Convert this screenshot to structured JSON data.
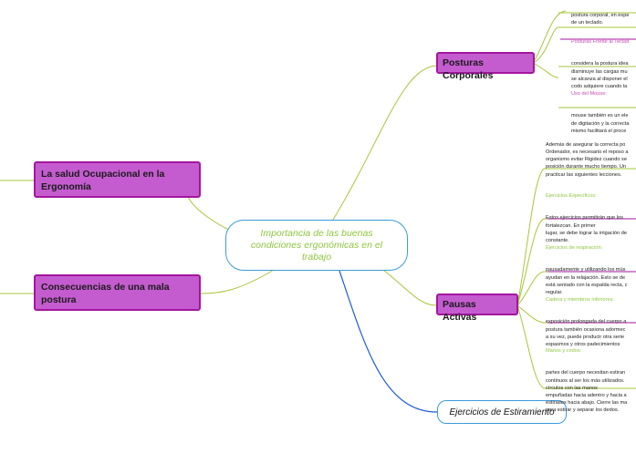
{
  "central": {
    "label": "Importancia de las buenas condiciones ergonómicas en el trabajo"
  },
  "left_nodes": [
    {
      "label": "La salud Ocupacional en la Ergonomía"
    },
    {
      "label": "Consecuencias de una mala postura"
    }
  ],
  "posturas": {
    "label": "Posturas Corporales",
    "notes": [
      {
        "title": "",
        "text": "postura corporal, en espe\nde un teclado."
      },
      {
        "title": "Posturas Frente al Teclad",
        "text": "considera la postura idea\ndisminuye las cargas mu\nse alcanza al disponer el\ncodo adquiere cuando la"
      },
      {
        "title": "Uso del Mouse:",
        "text": "mouse también es un ele\nde digitación y la correcta\nmismo facilitará el proce"
      }
    ]
  },
  "pausas": {
    "label": "Pausas Activas",
    "intro": "Además de asegurar la correcta po\nOrdenador, es necesario el reposo a\norganismo evitar Rigidez cuando se\nposición durante mucho tiempo. Un\npracticar las siguientes lecciones.",
    "notes": [
      {
        "title": "Ejercicios Específicos:",
        "text": "Estos ejercicios permitirán que los\nfortalezcan. En primer\nlugar, se debe lograr la irrigación de\nconstante."
      },
      {
        "title": "Ejercicios de respiración:",
        "text": "pausadamente y utilizando los mús\nayudan en la relajación. Esto se de\nestá sentado con la espalda recta, c\nregular."
      },
      {
        "title": "Cadera y miembros inferiores:",
        "text": "exposición prolongada del cuerpo a\npostura también ocasiona adormec\na su vez, puede producir otra serie\nespasmos y otros padecimientos"
      },
      {
        "title": "Manos y codos:",
        "text": "partes del cuerpo necesitan estiran\ncontinuos al ser los más utilizados.\ncírculos con las manos\nempuñadas hacia adentro y hacia a\nestirados hacia abajo. Cierre las ma\npara estirar y separar los dedos."
      }
    ]
  },
  "estiramiento": {
    "label": "Ejercicios de Estiramiento"
  },
  "colors": {
    "purple_fill": "#c45ccf",
    "purple_border": "#a3169e",
    "link_green": "#a6c63a",
    "link_blue": "#1f5bd6",
    "central_border": "#3a9bd9",
    "central_text": "#8dc63f",
    "posturas_title": "#c94bb7",
    "pausas_title": "#8dc63f"
  }
}
